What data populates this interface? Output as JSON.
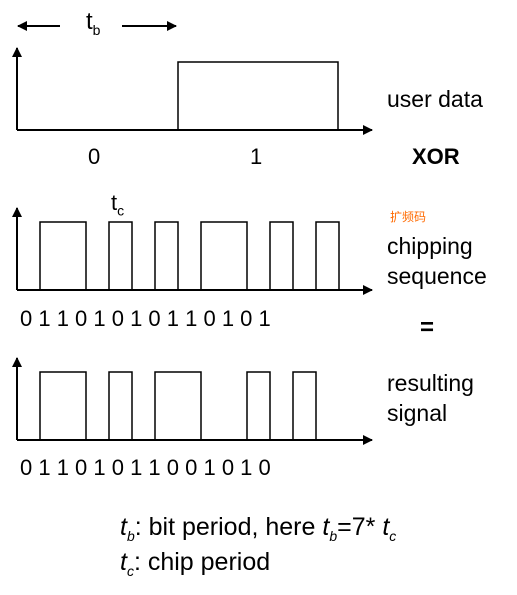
{
  "top_label": {
    "base": "t",
    "sub": "b"
  },
  "chip_label": {
    "base": "t",
    "sub": "c"
  },
  "user_data": {
    "label": "user data",
    "bits": [
      "0",
      "1"
    ]
  },
  "operator_xor": "XOR",
  "chipping": {
    "note": "扩频码",
    "label_line1": "chipping",
    "label_line2": "sequence",
    "bits": "0 1 1 0 1 0 1 0 1 1 0 1 0 1"
  },
  "operator_eq": "=",
  "result": {
    "label_line1": "resulting",
    "label_line2": "signal",
    "bits": "0 1 1 0 1 0 1 1 0 0 1 0 1 0"
  },
  "legend": {
    "line1_sym": "t",
    "line1_sub": "b",
    "line1_text": ": bit period, here ",
    "line1_sym2": "t",
    "line1_sub2": "b",
    "line1_mid": "=7* ",
    "line1_sym3": "t",
    "line1_sub3": "c",
    "line2_sym": "t",
    "line2_sub": "c",
    "line2_text": ": chip period"
  }
}
